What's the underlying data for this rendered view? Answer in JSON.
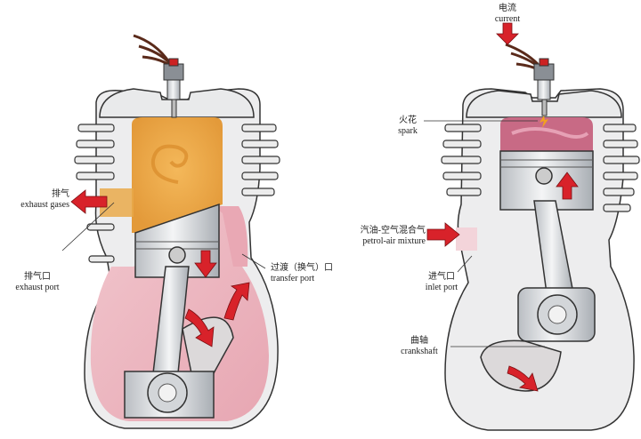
{
  "left_engine": {
    "exhaust_gases": {
      "zh": "排气",
      "en": "exhaust gases"
    },
    "exhaust_port": {
      "zh": "排气口",
      "en": "exhaust port"
    },
    "transfer_port": {
      "zh": "过渡（换气）口",
      "en": "transfer port"
    }
  },
  "right_engine": {
    "current": {
      "zh": "电流",
      "en": "current"
    },
    "spark": {
      "zh": "火花",
      "en": "spark"
    },
    "petrol_air_mixture": {
      "zh": "汽油-空气混合气",
      "en": "petrol-air mixture"
    },
    "inlet_port": {
      "zh": "进气口",
      "en": "inlet port"
    },
    "crankshaft": {
      "zh": "曲轴",
      "en": "crankshaft"
    }
  },
  "colors": {
    "arrow": "#d8222a",
    "fuel_mixture": "#e8a8b4",
    "combustion": "#e9a94a",
    "metal": "#d9dcdf",
    "outline": "#333333"
  }
}
